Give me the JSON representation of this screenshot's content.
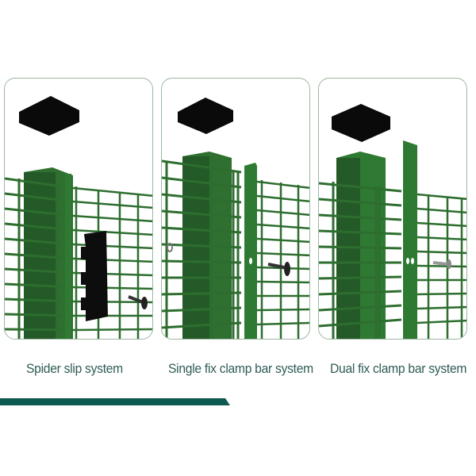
{
  "panels": [
    {
      "id": "spider-slip",
      "caption": "Spider slip system"
    },
    {
      "id": "single-fix-clamp-bar",
      "caption": "Single fix clamp bar system"
    },
    {
      "id": "dual-fix-clamp-bar",
      "caption": "Dual fix clamp bar system"
    }
  ],
  "colors": {
    "fence_green": "#2d6e2f",
    "fence_dark": "#1f4f22",
    "panel_border": "#9cb89f",
    "caption_text": "#2f5c55",
    "accent_bar": "#0d5a50",
    "post_cap": "#0a0a0a"
  }
}
